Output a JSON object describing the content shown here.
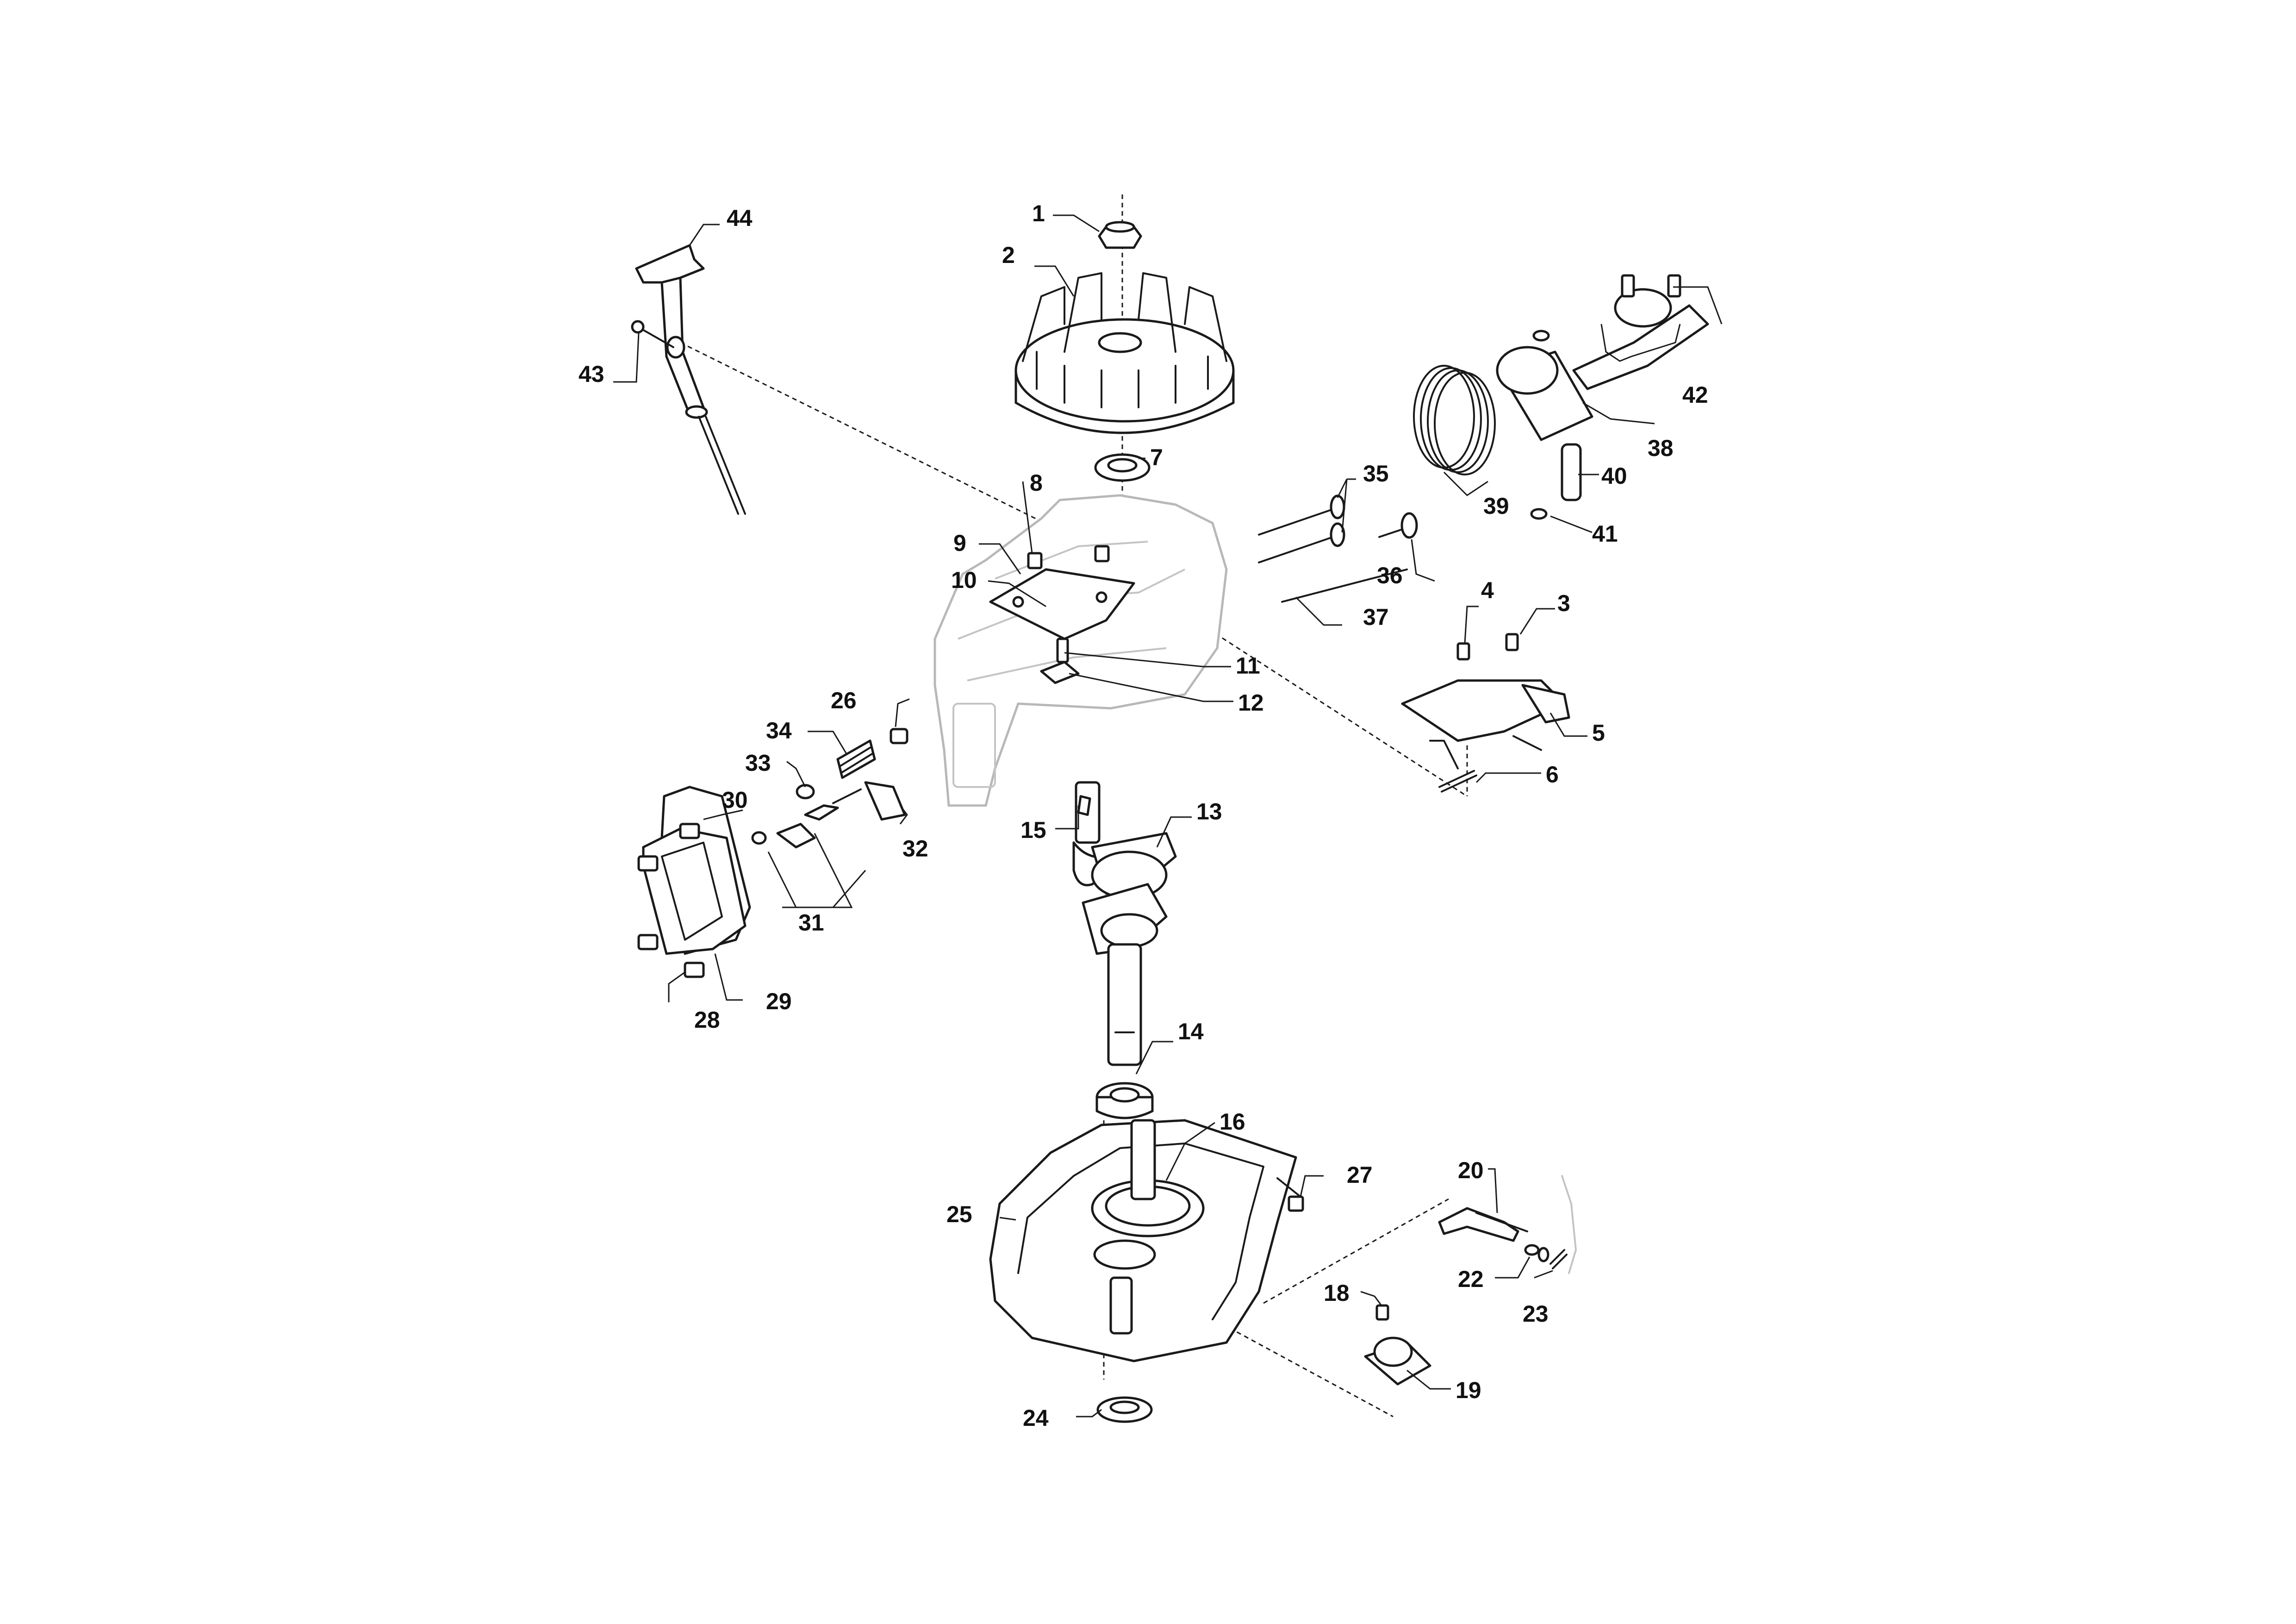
{
  "callouts": [
    "1",
    "2",
    "3",
    "4",
    "5",
    "6",
    "7",
    "8",
    "9",
    "10",
    "11",
    "12",
    "13",
    "14",
    "15",
    "16",
    "18",
    "19",
    "20",
    "22",
    "23",
    "24",
    "25",
    "26",
    "27",
    "28",
    "29",
    "30",
    "31",
    "32",
    "33",
    "34",
    "35",
    "36",
    "37",
    "38",
    "39",
    "40",
    "41",
    "42",
    "43",
    "44"
  ],
  "palette": {
    "line": "#1a1a1a",
    "ghost": "#b8b8b8",
    "background": "#ffffff"
  }
}
